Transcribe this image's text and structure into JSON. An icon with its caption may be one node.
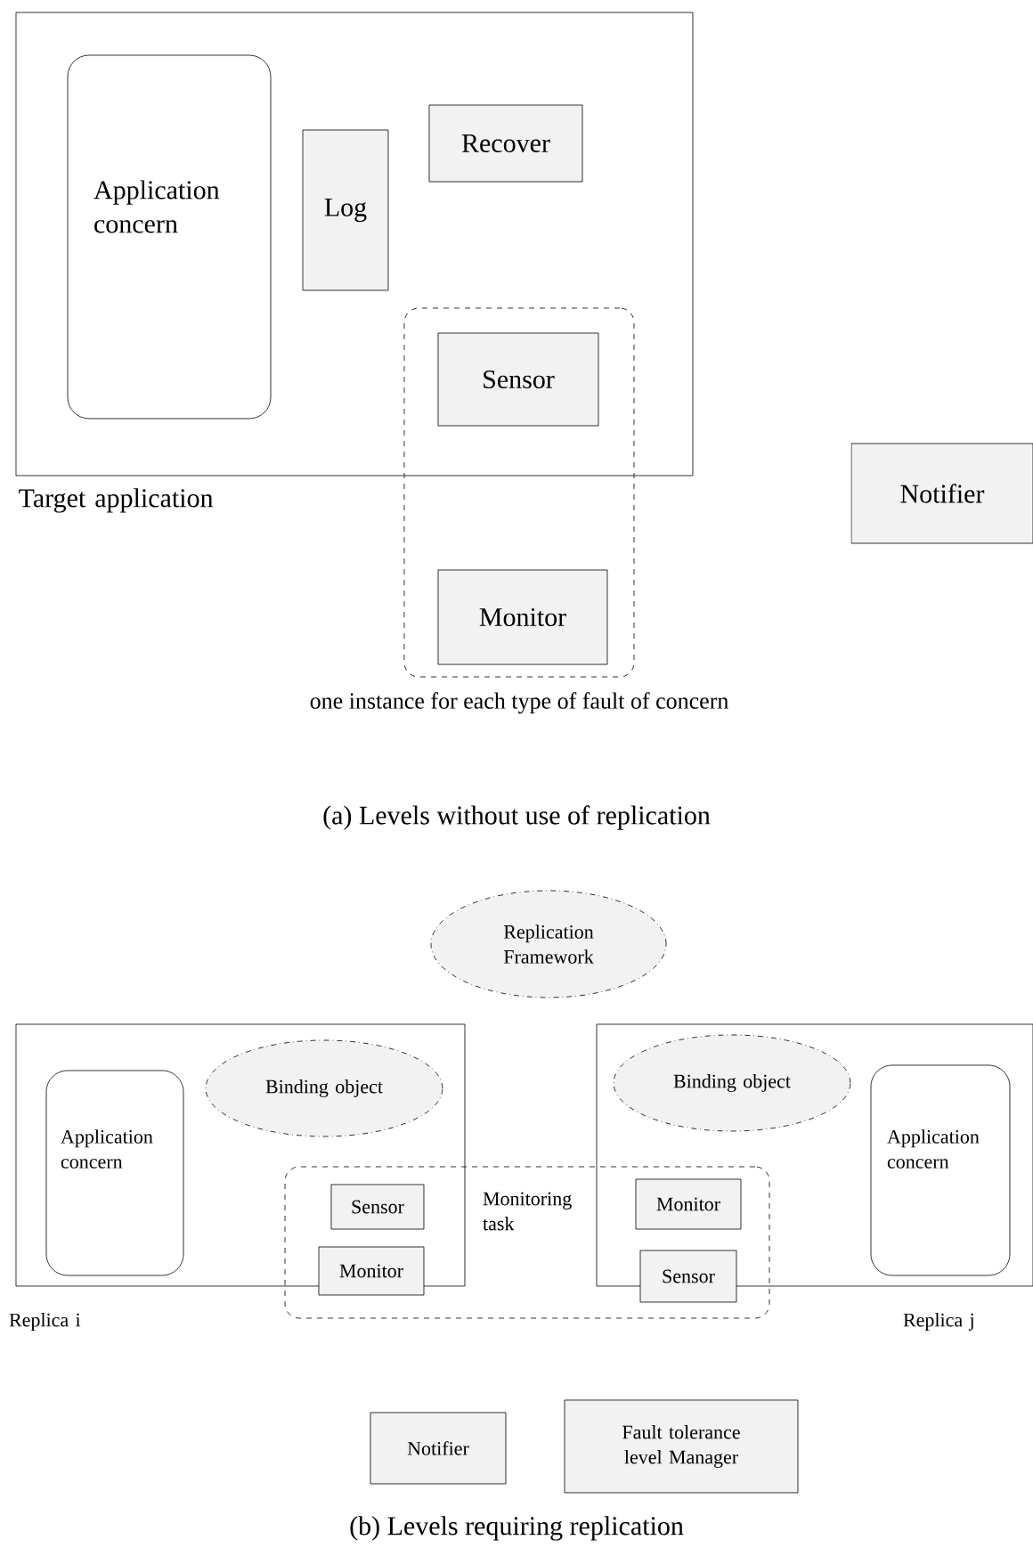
{
  "diagram": {
    "nodes": [
      {
        "text": [
          "Target application"
        ]
      },
      {
        "text": [
          "Application concern"
        ],
        "in": 0
      },
      {
        "text": [
          "Log"
        ],
        "in": 0
      },
      {
        "text": [
          "Recover"
        ],
        "in": 0
      },
      {
        "text": [],
        "shape": "box",
        "beside": [
          "one instance for each type of fault of concern"
        ]
      },
      {
        "text": [
          "Sensor"
        ]
      },
      {
        "text": [
          "Monitor"
        ],
        "in": 4
      },
      {
        "text": [
          "Notifier"
        ]
      },
      {
        "text": [
          "Replication Framework"
        ]
      },
      {
        "text": [
          "Replica i"
        ]
      },
      {
        "text": [
          "Application concern"
        ],
        "in": 9
      },
      {
        "text": [
          "Binding object"
        ],
        "in": 9
      },
      {
        "text": [
          "Replica j"
        ]
      },
      {
        "text": [
          "Binding object"
        ],
        "in": 12
      },
      {
        "text": [
          "Application concern"
        ],
        "in": 12
      },
      {
        "text": [
          "Monitoring task"
        ]
      },
      {
        "text": [
          "Sensor"
        ]
      },
      {
        "text": [
          "Monitor"
        ],
        "in": 15
      },
      {
        "text": [
          "Monitor"
        ]
      },
      {
        "text": [
          "Sensor"
        ],
        "in": 15
      },
      {
        "text": [
          "Notifier"
        ]
      },
      {
        "text": [
          "Fault tolerance level Manager"
        ]
      }
    ],
    "edges": [],
    "labels": [
      "(a) Levels without use of replication",
      "(b) Levels requiring replication"
    ]
  }
}
